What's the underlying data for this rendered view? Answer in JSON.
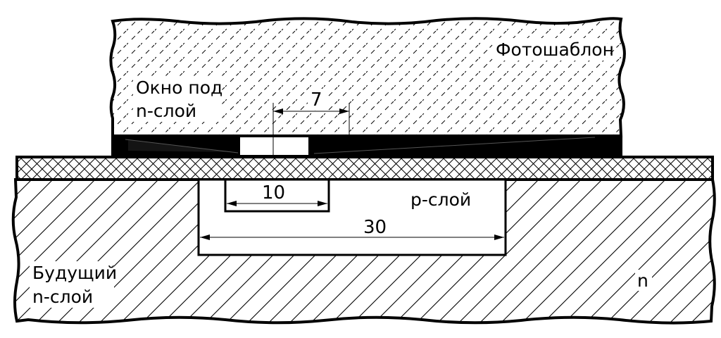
{
  "labels": {
    "photomask": "Фотошаблон",
    "window_line1": "Окно под",
    "window_line2": "n-слой",
    "p_layer": "p-слой",
    "future_line1": "Будущий",
    "future_line2": "n-слой",
    "substrate": "n"
  },
  "dimensions": {
    "window_width": "7",
    "future_n_width": "10",
    "p_layer_width": "30"
  },
  "colors": {
    "line": "#000000",
    "background": "#ffffff"
  }
}
